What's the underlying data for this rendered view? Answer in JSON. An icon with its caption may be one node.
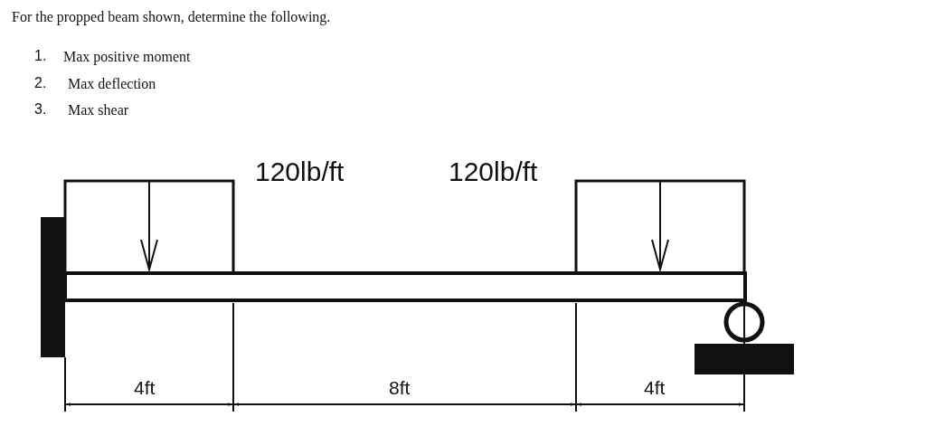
{
  "diagram": {
    "title": "For the propped beam shown, determine the following.",
    "labels": [
      "1.",
      "Max positive moment",
      "2.",
      "Max deflection",
      "3.",
      "Max shear",
      "120lb/ft",
      "120lb/ft",
      "4ft",
      "8ft",
      "4ft"
    ]
  }
}
